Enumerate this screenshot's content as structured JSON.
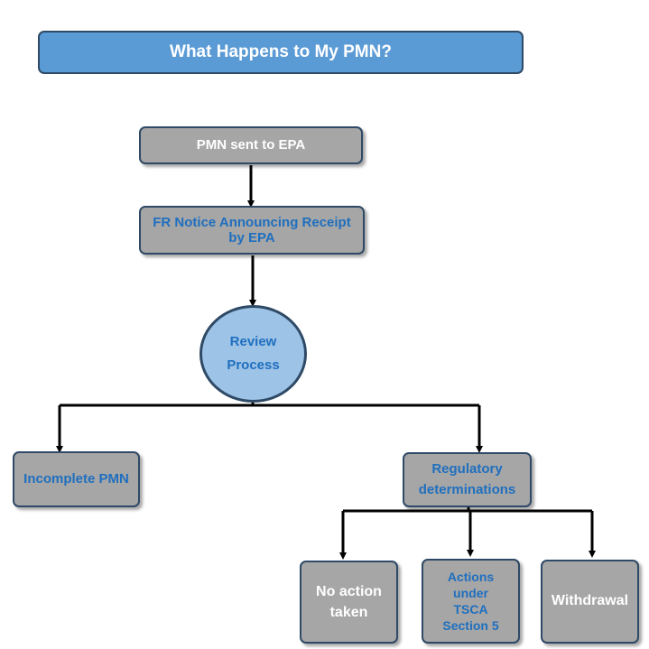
{
  "title": "What Happens to My PMN?",
  "nodes": {
    "sent": "PMN sent to EPA",
    "fr_notice_line1": "FR Notice Announcing Receipt",
    "fr_notice_line2": "by EPA",
    "review_line1": "Review",
    "review_line2": "Process",
    "incomplete": "Incomplete PMN",
    "regulatory_line1": "Regulatory",
    "regulatory_line2": "determinations",
    "no_action_line1": "No action",
    "no_action_line2": "taken",
    "actions_line1": "Actions",
    "actions_line2": "under",
    "actions_line3": "TSCA",
    "actions_line4": "Section 5",
    "withdrawal": "Withdrawal"
  },
  "colors": {
    "title_fill": "#5b9bd5",
    "box_fill": "#a6a6a6",
    "circle_fill": "#9dc3e6",
    "border": "#2f4a66",
    "blue_text": "#1f6fbf"
  }
}
